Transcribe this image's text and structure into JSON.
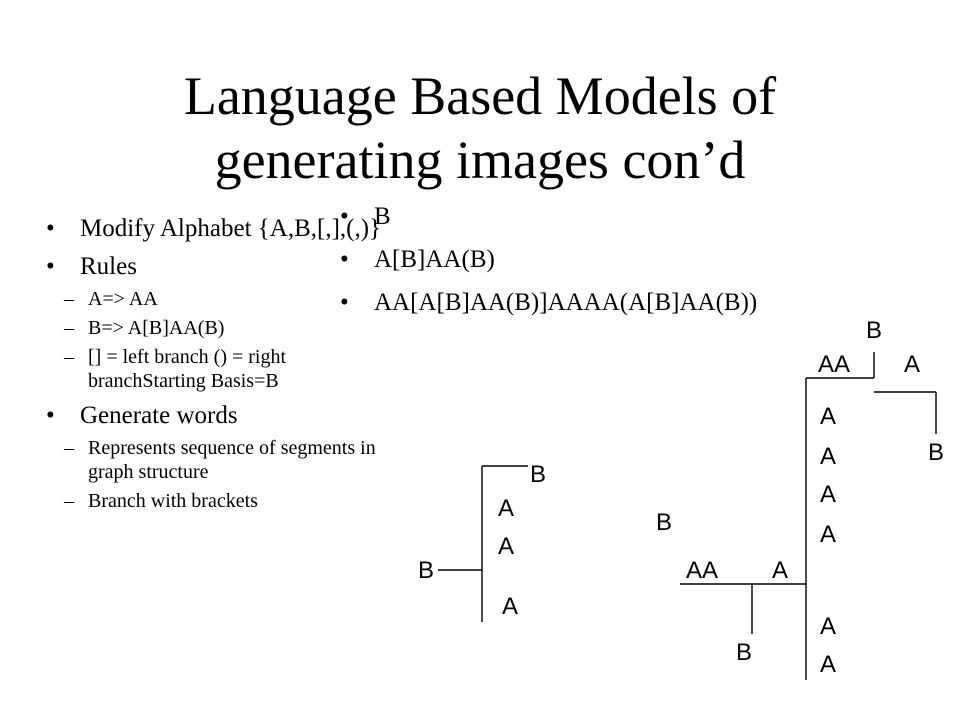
{
  "title": {
    "line1": "Language Based Models of",
    "line2": "generating images con’d"
  },
  "left_list": {
    "items": [
      {
        "text": "Modify Alphabet {A,B,[,],(,)}",
        "sub": []
      },
      {
        "text": "Rules",
        "sub": [
          "A=> AA",
          "B=> A[B]AA(B)",
          "[] = left branch () = right branchStarting Basis=B"
        ]
      },
      {
        "text": "Generate words",
        "sub": [
          "Represents sequence of segments in graph structure",
          "Branch with brackets"
        ]
      }
    ]
  },
  "right_list": {
    "items": [
      "B",
      "A[B]AA(B)",
      "AA[A[B]AA(B)]AAAA(A[B]AA(B))"
    ]
  },
  "tree_small": {
    "labels": [
      "B",
      "A",
      "A",
      "B",
      "A"
    ]
  },
  "tree_large": {
    "labels": [
      "B",
      "AA",
      "A",
      "B",
      "A",
      "A",
      "A",
      "A",
      "B",
      "AA",
      "A",
      "B",
      "A",
      "A"
    ]
  }
}
